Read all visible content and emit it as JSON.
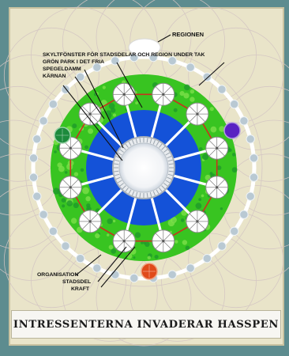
{
  "diagram": {
    "labels": {
      "regionen": "REGIONEN",
      "skyltfonster": "SKYLTFÖNSTER FÖR STADSDELAR OCH REGION UNDER TAK",
      "gron_park": "GRÖN PARK I DET FRIA",
      "spegeldamm": "SPEGELDAMM",
      "karnan": "KÄRNAN",
      "organisation": "ORGANISATION",
      "stadsdel": "STADSDEL",
      "kraft": "KRAFT"
    },
    "caption": "INTRESSENTERNA INVADERAR HASSPEN",
    "colors": {
      "background": "#5d8c8f",
      "frame": "#e9e4c9",
      "green_park": "#38c421",
      "mirror_pond": "#1452d8",
      "organisation_circle": "#1c8a3c",
      "stadsdel_circle": "#5a22c2",
      "kraft_circle": "#e04a1a",
      "region_circles": "#b9c9d3"
    },
    "icons": [
      "umbrella-pavilion-icon"
    ]
  }
}
